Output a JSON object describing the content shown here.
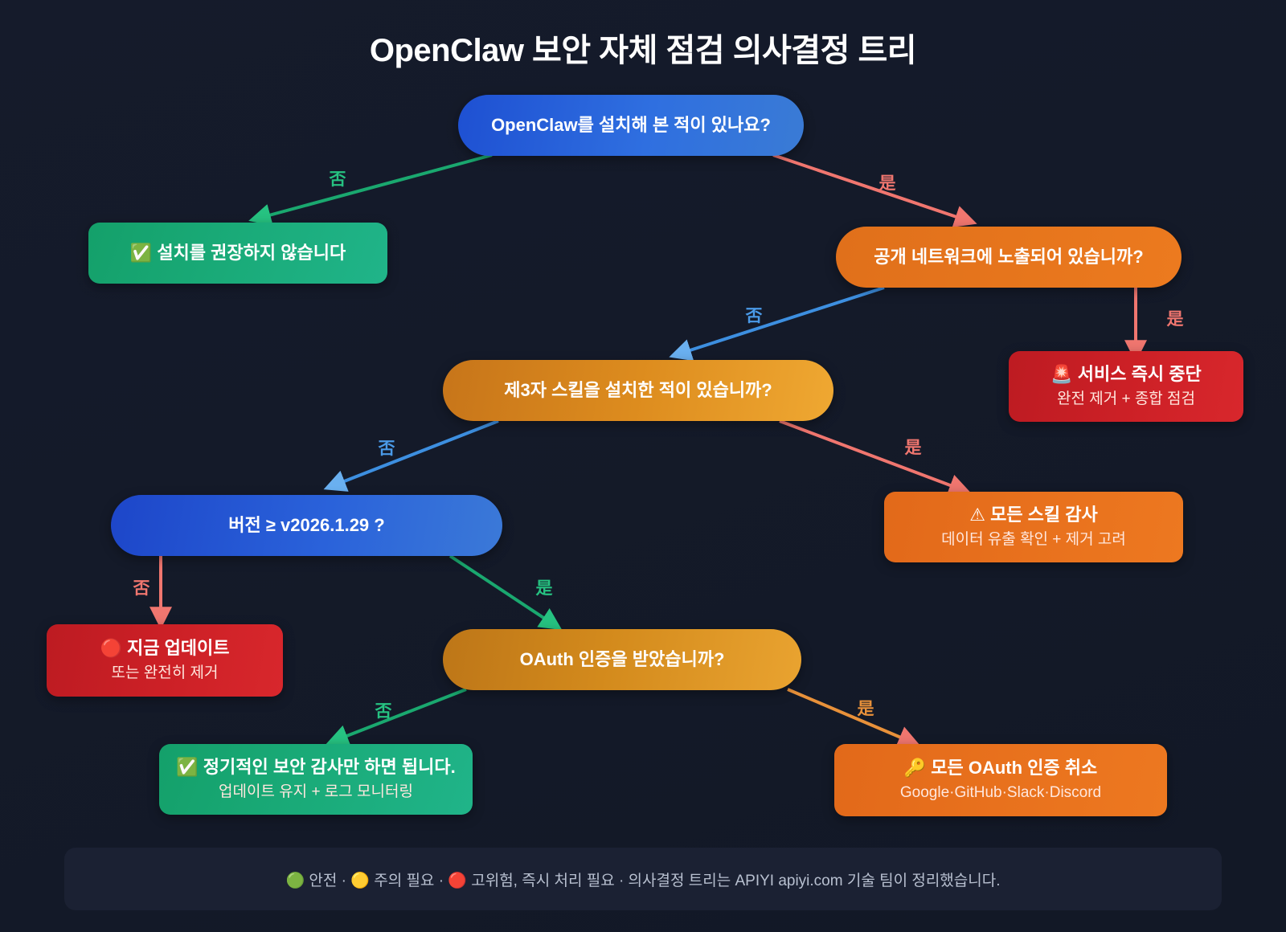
{
  "title": "OpenClaw 보안 자체 점검 의사결정 트리",
  "nodes": {
    "root": {
      "label": "OpenClaw를 설치해 본 적이 있나요?"
    },
    "no_install": {
      "label": "✅ 설치를 권장하지 않습니다"
    },
    "public_network": {
      "label": "공개 네트워크에 노출되어 있습니까?"
    },
    "stop_service": {
      "label": "🚨 서비스 즉시 중단",
      "sub": "완전 제거 + 종합 점검"
    },
    "third_party_skill": {
      "label": "제3자 스킬을 설치한 적이 있습니까?"
    },
    "audit_skills": {
      "label": "⚠ 모든 스킬 감사",
      "sub": "데이터 유출 확인 + 제거 고려"
    },
    "version_check": {
      "label": "버전 ≥ v2026.1.29 ?"
    },
    "update_now": {
      "label": "🔴 지금 업데이트",
      "sub": "또는 완전히 제거"
    },
    "oauth_question": {
      "label": "OAuth 인증을 받았습니까?"
    },
    "periodic_audit": {
      "label": "✅ 정기적인 보안 감사만 하면 됩니다.",
      "sub": "업데이트 유지 + 로그 모니터링"
    },
    "revoke_oauth": {
      "label": "🔑 모든 OAuth 인증 취소",
      "sub": "Google·GitHub·Slack·Discord"
    }
  },
  "edges": [
    {
      "id": "root-no",
      "label": "否",
      "color": "#26c281"
    },
    {
      "id": "root-yes",
      "label": "是",
      "color": "#f0766f"
    },
    {
      "id": "public-yes",
      "label": "是",
      "color": "#f0766f"
    },
    {
      "id": "public-no",
      "label": "否",
      "color": "#4a9ae8"
    },
    {
      "id": "skill-no",
      "label": "否",
      "color": "#4a9ae8"
    },
    {
      "id": "skill-yes",
      "label": "是",
      "color": "#f0766f"
    },
    {
      "id": "version-no",
      "label": "否",
      "color": "#f0766f"
    },
    {
      "id": "version-yes",
      "label": "是",
      "color": "#26c281"
    },
    {
      "id": "oauth-no",
      "label": "否",
      "color": "#26c281"
    },
    {
      "id": "oauth-yes",
      "label": "是",
      "color": "#e8913a"
    }
  ],
  "footer": {
    "text": "🟢 안전 · 🟡 주의 필요 · 🔴 고위험, 즉시 처리 필요 · 의사결정 트리는 APIYI apiyi.com 기술 팀이 정리했습니다."
  },
  "colors": {
    "background": "#141a2a",
    "green": "#1aab79",
    "blue": "#2f6fe0",
    "orange": "#e6751c",
    "red": "#cc2026",
    "edge_green": "#26c281",
    "edge_red": "#f0766f",
    "edge_blue": "#4a9ae8",
    "edge_orange": "#e8913a"
  }
}
